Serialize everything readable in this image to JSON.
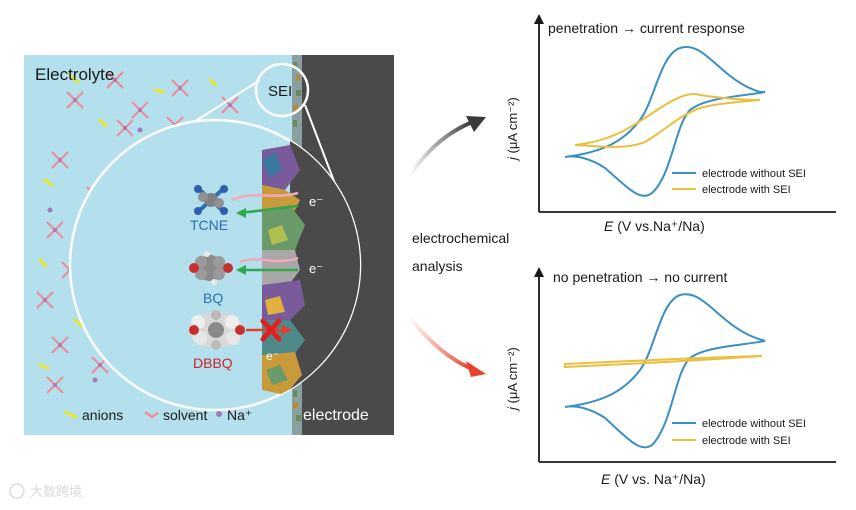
{
  "left_panel": {
    "electrolyte_label": "Electrolyte",
    "sei_label": "SEI",
    "electrode_label": "electrode",
    "electron_label": "e⁻",
    "molecules": [
      "TCNE",
      "BQ",
      "DBBQ"
    ],
    "legend": {
      "anions": "anions",
      "solvent": "solvent",
      "na": "Na⁺"
    },
    "colors": {
      "electrolyte_bg": "#b3e0ec",
      "electrode": "#4a4a4a",
      "tcne": "#2f6db0",
      "bq": "#2f6db0",
      "dbbq": "#d0242a",
      "anion": "#e6e62a",
      "solvent": "#f08a9a",
      "na": "#a57ab8"
    }
  },
  "middle": {
    "line1": "electrochemical",
    "line2": "analysis"
  },
  "charts": [
    {
      "title": "penetration → current response",
      "ylabel_italic": "j",
      "ylabel_rest": " (μA cm⁻²)",
      "xlabel_italic": "E",
      "xlabel_rest": " (V vs.Na⁺/Na)",
      "legend": [
        "electrode without SEI",
        "electrode with SEI"
      ]
    },
    {
      "title": "no penetration → no current",
      "ylabel_italic": "j",
      "ylabel_rest": " (μA cm⁻²)",
      "xlabel_italic": "E",
      "xlabel_rest": " (V vs. Na⁺/Na)",
      "legend": [
        "electrode without SEI",
        "electrode with SEI"
      ]
    }
  ],
  "series_colors": {
    "without_sei": "#3a8fc4",
    "with_sei": "#e9bf3c"
  },
  "watermark": "大数跨境"
}
